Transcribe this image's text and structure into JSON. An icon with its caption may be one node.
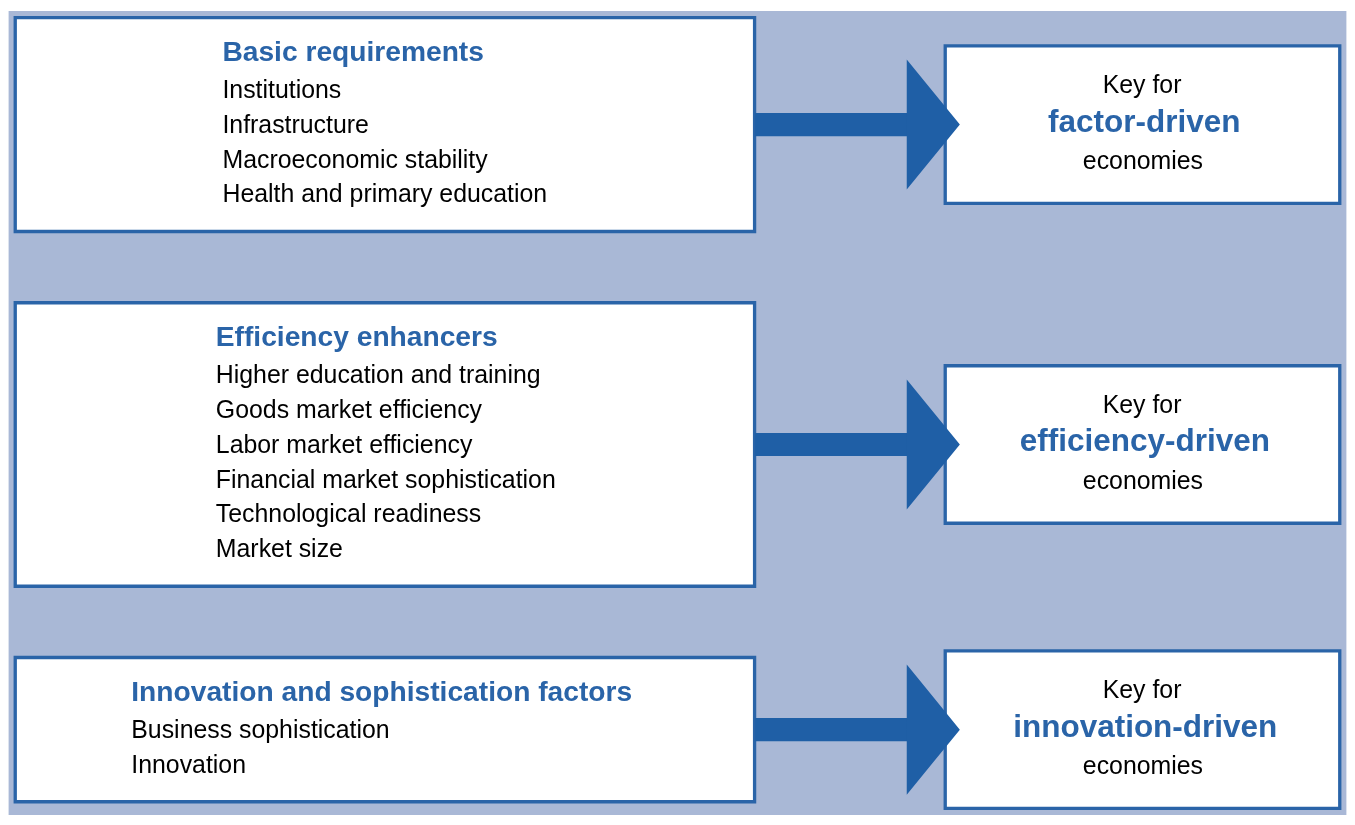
{
  "diagram": {
    "nodes": [
      {
        "text": [
          "Basic requirements",
          "Institutions",
          "Infrastructure",
          "Macroeconomic stability",
          "Health and primary education"
        ]
      },
      {
        "text": [
          "Key for",
          "factor-driven",
          "economies"
        ]
      },
      {
        "text": [
          "Efficiency enhancers",
          "Higher education and training",
          "Goods market efficiency",
          "Labor market efficiency",
          "Financial market sophistication",
          "Technological readiness",
          "Market size"
        ]
      },
      {
        "text": [
          "Key for",
          "efficiency-driven",
          "economies"
        ]
      },
      {
        "text": [
          "Innovation and sophistication factors",
          "Business sophistication",
          "Innovation"
        ]
      },
      {
        "text": [
          "Key for",
          "innovation-driven",
          "economies"
        ]
      }
    ],
    "edges": [
      {
        "from": 0,
        "to": 1,
        "arrow": "to"
      },
      {
        "from": 2,
        "to": 3,
        "arrow": "to"
      },
      {
        "from": 4,
        "to": 5,
        "arrow": "to"
      }
    ]
  }
}
